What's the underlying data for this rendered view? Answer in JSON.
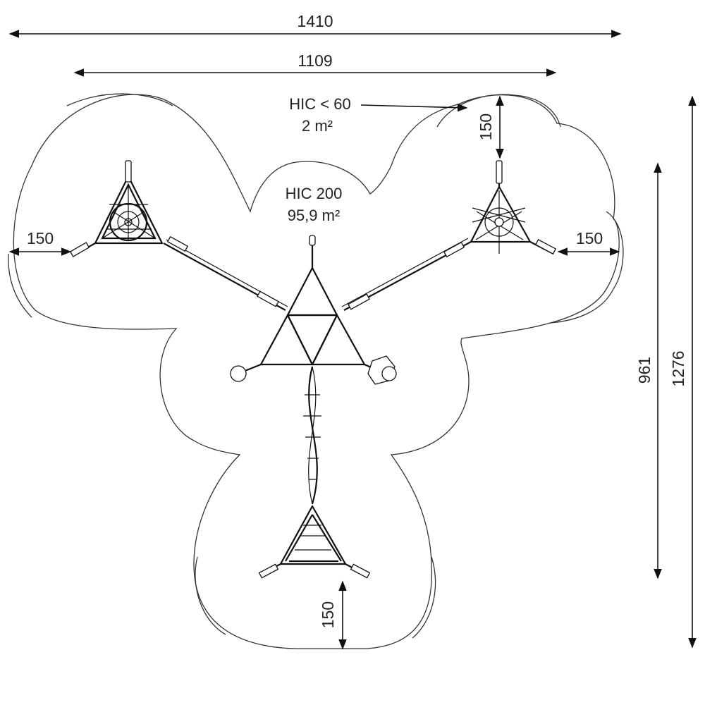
{
  "dimensions": {
    "overall_width": "1410",
    "inner_width": "1109",
    "overall_height": "1276",
    "inner_height": "961",
    "clearance_left": "150",
    "clearance_right": "150",
    "clearance_top": "150",
    "clearance_bottom": "150"
  },
  "zones": {
    "small_hic": "HIC < 60",
    "small_area": "2 m²",
    "main_hic": "HIC 200",
    "main_area": "95,9 m²"
  },
  "colors": {
    "line": "#111111",
    "background": "#ffffff"
  }
}
